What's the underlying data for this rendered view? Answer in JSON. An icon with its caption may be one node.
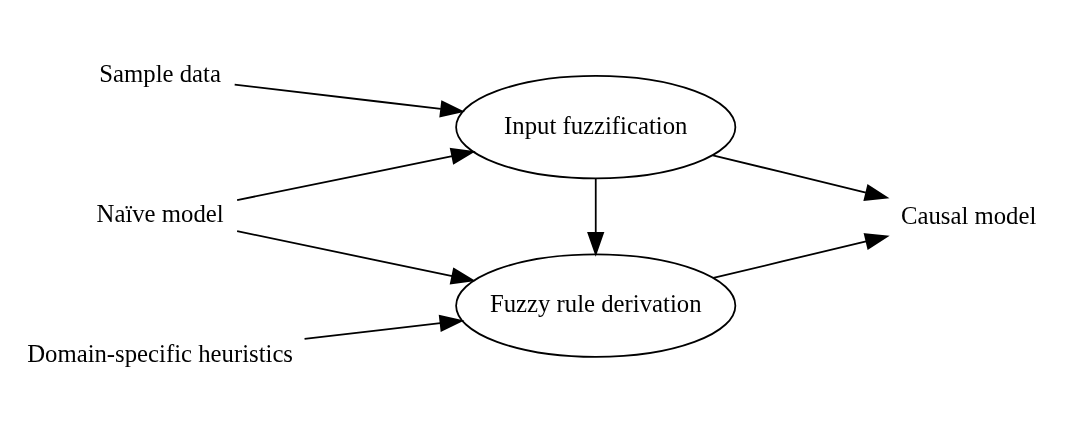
{
  "diagram": {
    "nodes": [
      {
        "text": [
          "Sample data"
        ]
      },
      {
        "text": [
          "Input fuzzification"
        ]
      },
      {
        "text": [
          "Naïve model"
        ]
      },
      {
        "text": [
          "Fuzzy rule derivation"
        ]
      },
      {
        "text": [
          "Domain-specific heuristics"
        ]
      },
      {
        "text": [
          "Causal model"
        ]
      }
    ],
    "edges": [
      {
        "from": 0,
        "to": 1,
        "arrow": "to"
      },
      {
        "from": 2,
        "to": 1,
        "arrow": "to"
      },
      {
        "from": 1,
        "to": 3,
        "arrow": "to"
      },
      {
        "from": 2,
        "to": 3,
        "arrow": "to"
      },
      {
        "from": 4,
        "to": 3,
        "arrow": "to"
      },
      {
        "from": 1,
        "to": 5,
        "arrow": "to"
      },
      {
        "from": 3,
        "to": 5,
        "arrow": "to"
      }
    ]
  }
}
